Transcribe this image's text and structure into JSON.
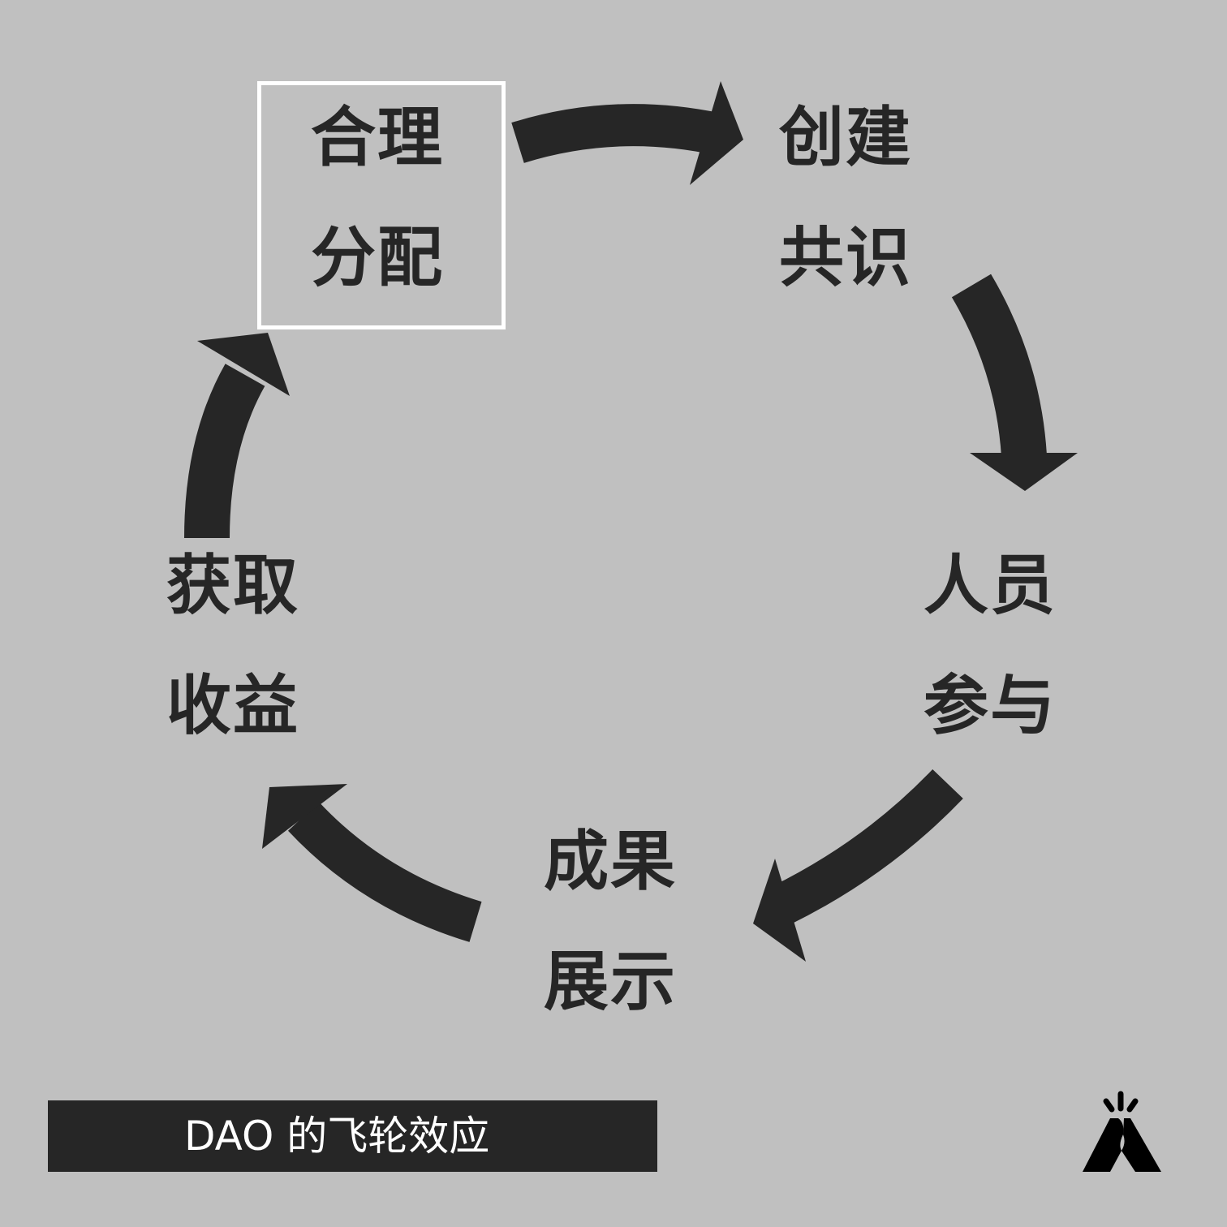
{
  "title": "DAO 的飞轮效应",
  "colors": {
    "background": "#c0c0c0",
    "ink": "#262626",
    "highlight_border": "#ffffff"
  },
  "nodes": [
    {
      "line1": "合理",
      "line2": "分配",
      "highlighted": true
    },
    {
      "line1": "创建",
      "line2": "共识"
    },
    {
      "line1": "人员",
      "line2": "参与"
    },
    {
      "line1": "成果",
      "line2": "展示"
    },
    {
      "line1": "获取",
      "line2": "收益"
    }
  ],
  "logo": "brand-logo"
}
